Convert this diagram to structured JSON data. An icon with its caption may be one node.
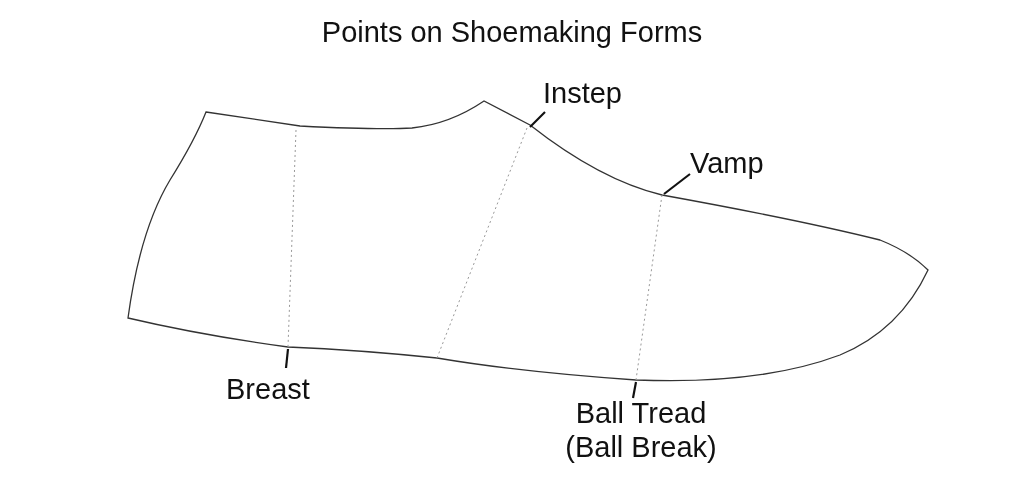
{
  "diagram": {
    "title": "Points on Shoemaking Forms",
    "nodes": [
      {
        "text": [
          "Instep"
        ]
      },
      {
        "text": [
          "Vamp"
        ]
      },
      {
        "text": [
          "Breast"
        ]
      },
      {
        "text": [
          "Ball Tread (Ball Break)"
        ]
      }
    ],
    "edges": [
      {
        "from": 0,
        "to": null,
        "arrow": "none"
      },
      {
        "from": 1,
        "to": null,
        "arrow": "none"
      },
      {
        "from": 2,
        "to": null,
        "arrow": "none"
      },
      {
        "from": 3,
        "to": null,
        "arrow": "none"
      }
    ]
  }
}
